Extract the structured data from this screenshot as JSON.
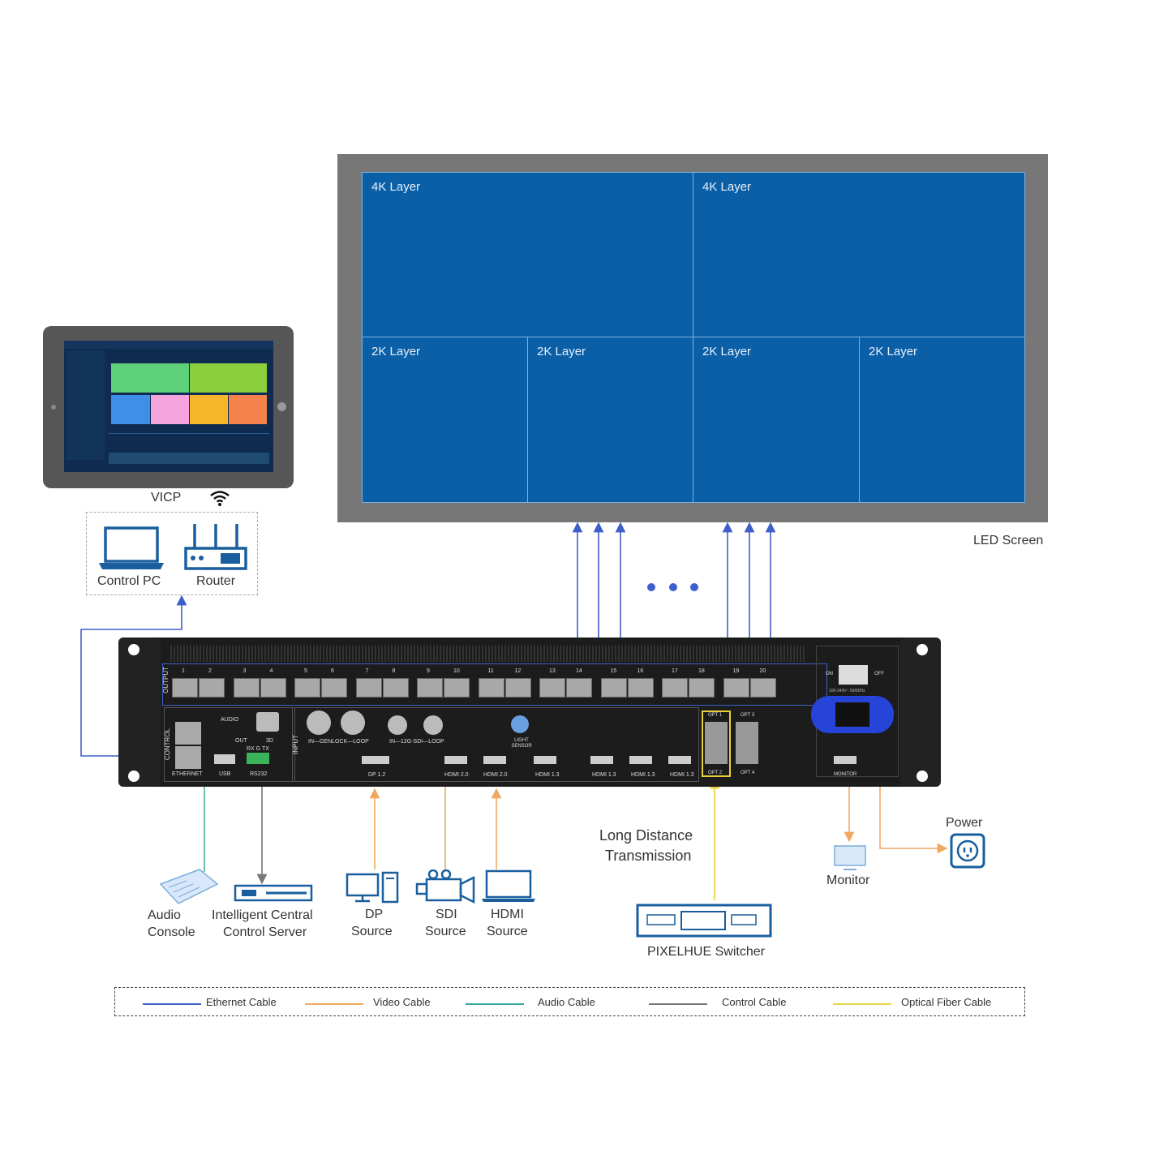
{
  "led": {
    "label": "LED Screen",
    "layers": [
      "4K Layer",
      "4K Layer",
      "2K Layer",
      "2K Layer",
      "2K Layer",
      "2K Layer"
    ]
  },
  "vicp": {
    "label": "VICP"
  },
  "network": {
    "control_pc": "Control PC",
    "router": "Router"
  },
  "device": {
    "output_label": "OUTPUT",
    "control_label": "CONTROL",
    "input_label": "INPUT",
    "port_numbers": [
      "1",
      "2",
      "3",
      "4",
      "5",
      "6",
      "7",
      "8",
      "9",
      "10",
      "11",
      "12",
      "13",
      "14",
      "15",
      "16",
      "17",
      "18",
      "19",
      "20"
    ],
    "ethernet": "ETHERNET",
    "usb": "USB",
    "rs232": "RS232",
    "audio": "AUDIO",
    "out": "OUT",
    "three_d": "3D",
    "rx_g_tx": "RX G TX",
    "genlock": "IN—GENLOCK—LOOP",
    "sdi": "IN—12G-SDI—LOOP",
    "dp": "DP 1.2",
    "hdmi20": "HDMI 2.0",
    "hdmi13": "HDMI 1.3",
    "light_sensor": "LIGHT SENSOR",
    "opt1": "OPT 1",
    "opt2": "OPT 2",
    "opt3": "OPT 3",
    "opt4": "OPT 4",
    "monitor": "MONITOR",
    "on": "ON",
    "off": "OFF",
    "voltage": "100-240V~ 50/60Hz"
  },
  "sources": {
    "audio_console": [
      "Audio",
      "Console"
    ],
    "central_server": [
      "Intelligent Central",
      "Control Server"
    ],
    "dp_source": [
      "DP",
      "Source"
    ],
    "sdi_source": [
      "SDI",
      "Source"
    ],
    "hdmi_source": [
      "HDMI",
      "Source"
    ],
    "long_distance": [
      "Long Distance",
      "Transmission"
    ],
    "switcher": "PIXELHUE Switcher",
    "monitor": "Monitor",
    "power": "Power"
  },
  "legend": {
    "items": [
      {
        "label": "Ethernet Cable",
        "color": "#3e5fc9"
      },
      {
        "label": "Video Cable",
        "color": "#f0a860"
      },
      {
        "label": "Audio Cable",
        "color": "#3aa8a0"
      },
      {
        "label": "Control Cable",
        "color": "#777777"
      },
      {
        "label": "Optical Fiber Cable",
        "color": "#e8d84a"
      }
    ]
  },
  "colors": {
    "ethernet": "#3e5fc9",
    "video": "#f0a860",
    "audio": "#2aa888",
    "control": "#888888",
    "fiber": "#e8cf3a",
    "led_blue": "#0b5fa7",
    "icon_blue": "#1a5e9e"
  }
}
